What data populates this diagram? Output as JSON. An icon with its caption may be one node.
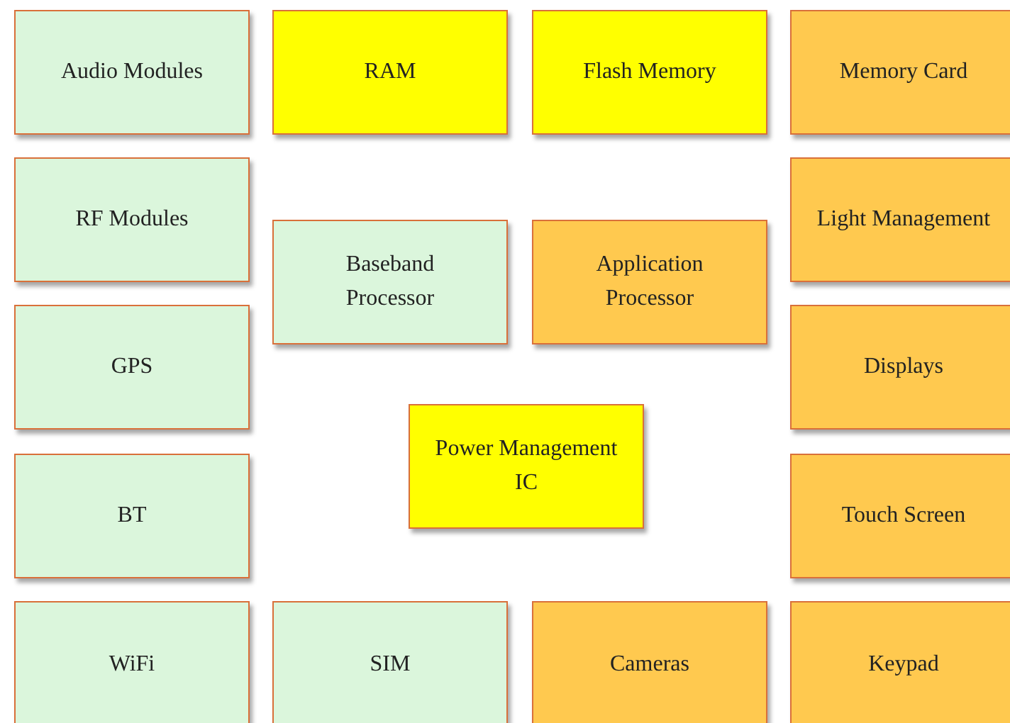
{
  "diagram": {
    "nodes": [
      {
        "text": [
          "Audio Modules"
        ]
      },
      {
        "text": [
          "RAM"
        ]
      },
      {
        "text": [
          "Flash Memory"
        ]
      },
      {
        "text": [
          "Memory Card"
        ]
      },
      {
        "text": [
          "RF Modules"
        ]
      },
      {
        "text": [
          "Light Management"
        ]
      },
      {
        "text": [
          "Baseband Processor"
        ]
      },
      {
        "text": [
          "Application Processor"
        ]
      },
      {
        "text": [
          "GPS"
        ]
      },
      {
        "text": [
          "Displays"
        ]
      },
      {
        "text": [
          "Power Management IC"
        ]
      },
      {
        "text": [
          "BT"
        ]
      },
      {
        "text": [
          "Touch Screen"
        ]
      },
      {
        "text": [
          "WiFi"
        ]
      },
      {
        "text": [
          "SIM"
        ]
      },
      {
        "text": [
          "Cameras"
        ]
      },
      {
        "text": [
          "Keypad"
        ]
      }
    ]
  }
}
